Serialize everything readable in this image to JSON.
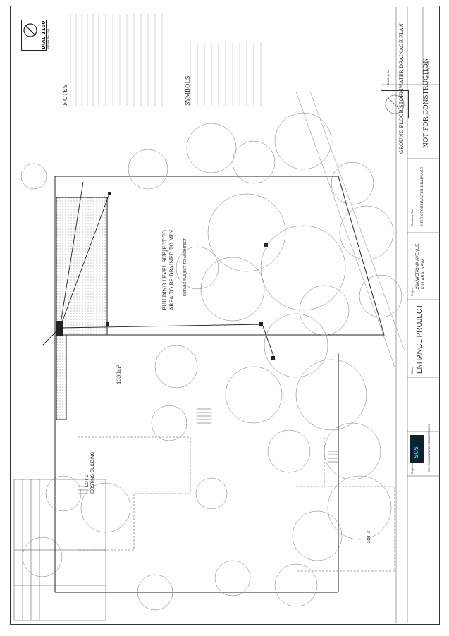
{
  "title_block": {
    "drawing_title": "GROUND FLOOR STORMWATER DRAINAGE PLAN",
    "status": "NOT FOR CONSTRUCTION",
    "client_label": "Client",
    "client": "ENHANCE PROJECT",
    "project_label": "Project",
    "project_line1": "23A WERONA AVENUE,",
    "project_line2": "KILLARA, NSW",
    "drawing_label": "Drawing Title",
    "drawing_small": "SITE STORMWATER DRAINAGE",
    "consultant_label": "Engineering Consultant",
    "consultant_name": "SOS ENGINEERING CONSULTANTS",
    "logo_text": "SOS",
    "scale": "1:100 @ A1",
    "date": "22 NOV 2019"
  },
  "plan_labels": {
    "building_level": "BUILDING LEVEL SUBJECT TO",
    "building_level_2": "AREA TO BE DRAINED TO MIN",
    "building_level_3": "DETAILS SUBJECT TO ARCHITECT",
    "area": "1330m²",
    "existing_building": "EXISTING BUILDING",
    "existing_building_2": "LOT 2",
    "existing_building_3": "LOT 3"
  },
  "notes": {
    "heading": "NOTES",
    "symbols_heading": "SYMBOLS",
    "dial": "DIAL 1100",
    "dial_sub": "Before You Dig"
  }
}
